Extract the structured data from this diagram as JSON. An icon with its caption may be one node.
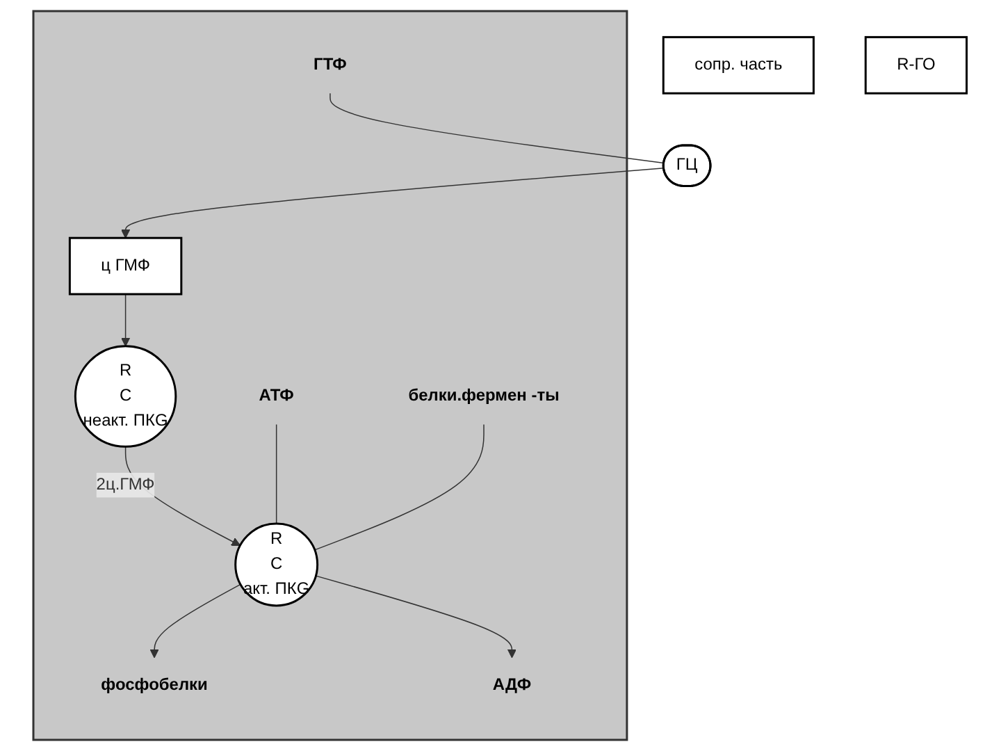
{
  "diagram": {
    "nodes": [
      {
        "text": [],
        "shape": "box"
      },
      {
        "text": [
          "ц ГМФ"
        ],
        "in": 0
      },
      {
        "text": [
          "ГЦ"
        ]
      },
      {
        "text": [
          "сопр. часть"
        ]
      },
      {
        "text": [
          "R-ГО"
        ]
      },
      {
        "text": [
          "ГТФ"
        ],
        "in": 0
      },
      {
        "text": [
          "R",
          "C",
          "неакт. ПКG"
        ],
        "in": 0
      },
      {
        "text": [
          "R",
          "C",
          "акт. ПКG"
        ],
        "in": 0
      },
      {
        "text": [
          "фосфобелки"
        ],
        "in": 0
      },
      {
        "text": [
          "АДФ"
        ],
        "in": 0
      },
      {
        "text": [
          "АТФ"
        ],
        "in": 0
      },
      {
        "text": [
          "белки.фермен -ты"
        ],
        "in": 0
      }
    ],
    "edges": [
      {
        "from": 5,
        "to": 2,
        "arrow": "none"
      },
      {
        "from": 2,
        "to": 1,
        "arrow": "to"
      },
      {
        "from": 1,
        "to": 6,
        "arrow": "to"
      },
      {
        "from": 6,
        "to": 7,
        "arrow": "to",
        "label": "2ц.ГМФ"
      },
      {
        "from": 7,
        "to": 8,
        "arrow": "to"
      },
      {
        "from": 7,
        "to": 9,
        "arrow": "to"
      },
      {
        "from": 10,
        "to": 7,
        "arrow": "none"
      },
      {
        "from": 11,
        "to": 7,
        "arrow": "none"
      }
    ]
  }
}
